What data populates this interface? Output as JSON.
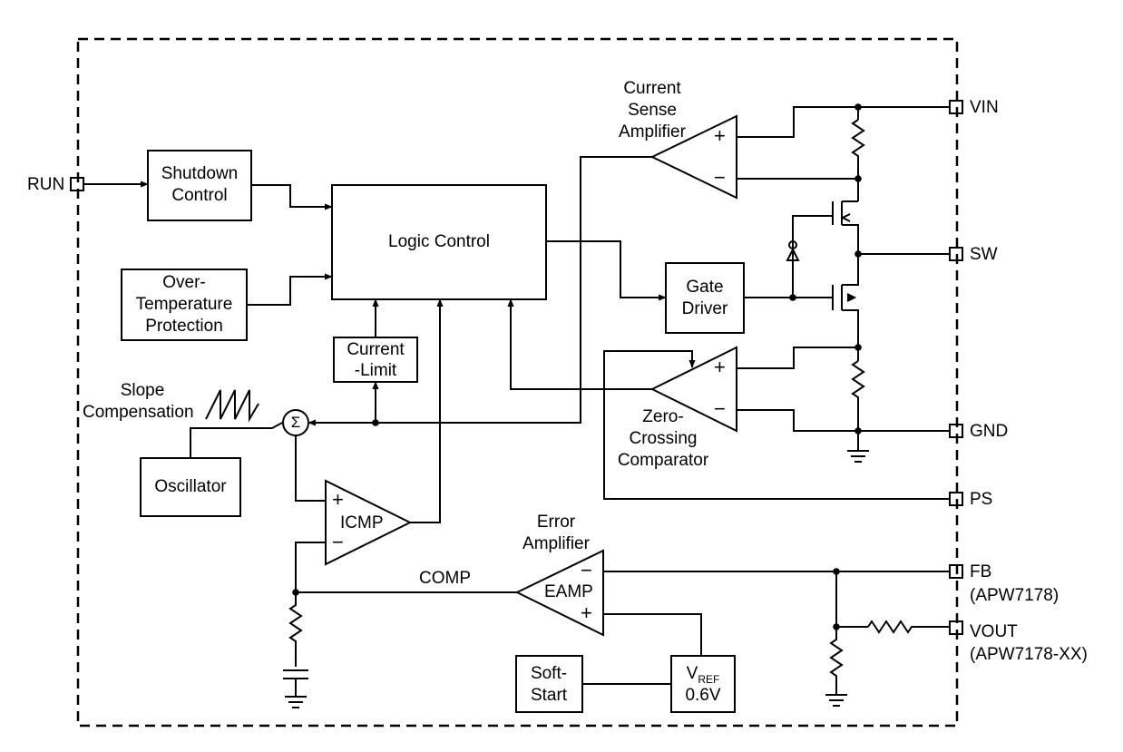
{
  "blocks": {
    "shutdown": [
      "Shutdown",
      "Control"
    ],
    "otp": [
      "Over-",
      "Temperature",
      "Protection"
    ],
    "logic": "Logic Control",
    "current_limit": [
      "Current",
      "-Limit"
    ],
    "gate_driver": [
      "Gate",
      "Driver"
    ],
    "oscillator": "Oscillator",
    "soft_start": [
      "Soft-",
      "Start"
    ],
    "vref": {
      "symbol": "V",
      "subscript": "REF",
      "value": "0.6V"
    }
  },
  "amplifiers": {
    "csa_label": [
      "Current",
      "Sense",
      "Amplifier"
    ],
    "zcc_label": [
      "Zero-",
      "Crossing",
      "Comparator"
    ],
    "icmp": "ICMP",
    "eamp": "EAMP",
    "eamp_label": [
      "Error",
      "Amplifier"
    ],
    "plus": "+",
    "minus": "−"
  },
  "labels": {
    "slope": [
      "Slope",
      "Compensation"
    ],
    "comp": "COMP",
    "sigma": "Σ"
  },
  "pins": {
    "run": "RUN",
    "vin": "VIN",
    "sw": "SW",
    "gnd": "GND",
    "ps": "PS",
    "fb": "FB",
    "fb_note": "(APW7178)",
    "vout": "VOUT",
    "vout_note": "(APW7178-XX)"
  }
}
